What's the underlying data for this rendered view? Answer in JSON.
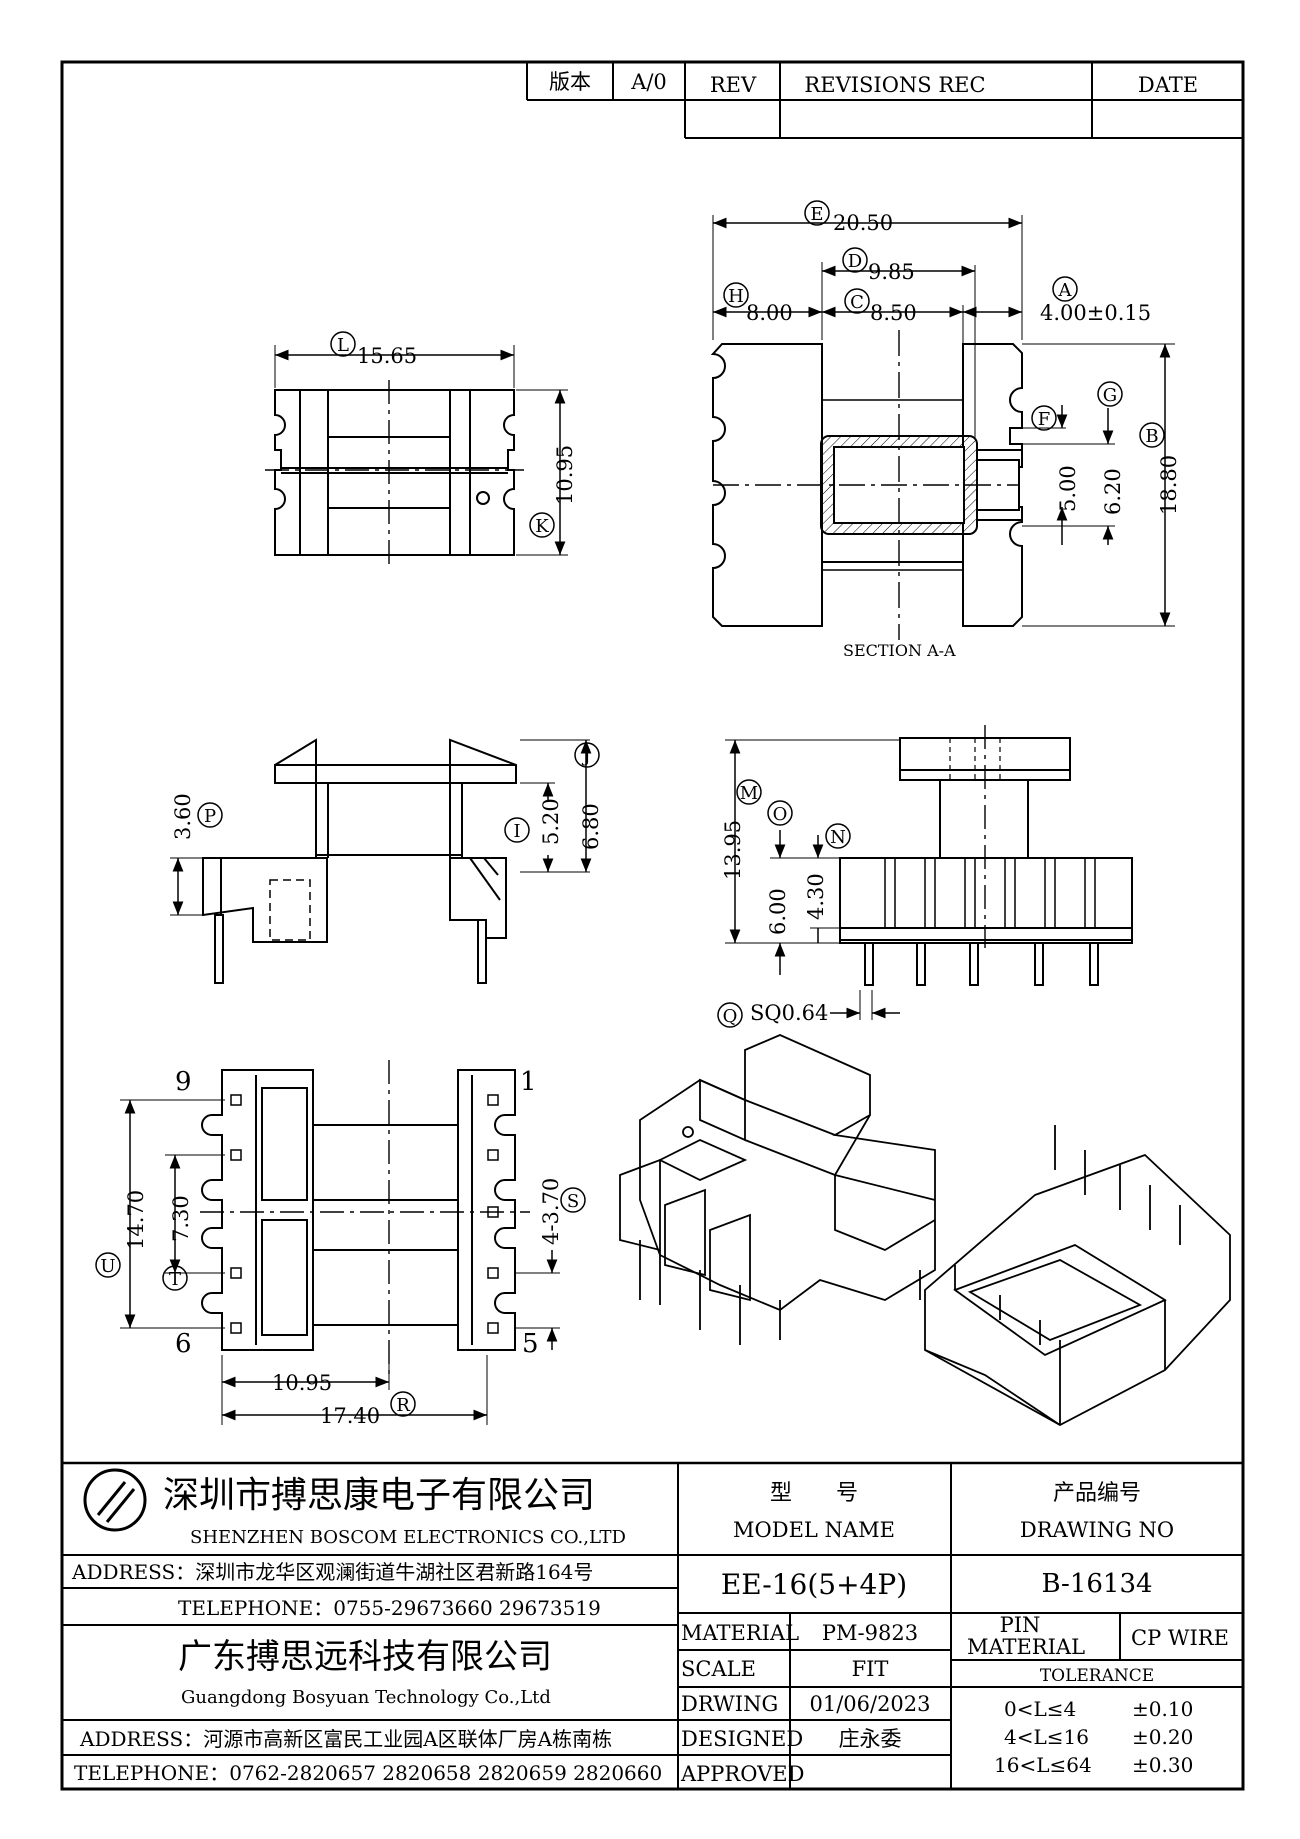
{
  "revision_block": {
    "edition_label": "版本",
    "edition_value": "A/0",
    "rev_header": "REV",
    "revisions_header": "REVISIONS REC",
    "date_header": "DATE"
  },
  "section_view": {
    "caption": "SECTION A-A",
    "dims": {
      "E": "20.50",
      "D": "9.85",
      "H": "8.00",
      "C": "8.50",
      "A": "4.00±0.15",
      "F": "5.00",
      "G": "6.20",
      "B": "18.80"
    }
  },
  "top_view": {
    "dims": {
      "L": "15.65",
      "K": "10.95"
    }
  },
  "side_view": {
    "dims": {
      "P": "3.60",
      "I": "5.20",
      "J": "6.80"
    }
  },
  "front_view": {
    "dims": {
      "M": "13.95",
      "O": "6.00",
      "N": "4.30",
      "Q": "SQ0.64"
    }
  },
  "bottom_view": {
    "dims": {
      "U": "14.70",
      "T": "7.30",
      "S": "4-3.70",
      "W": "10.95",
      "R": "17.40"
    },
    "pins": {
      "p9": "9",
      "p1": "1",
      "p6": "6",
      "p5": "5"
    }
  },
  "letters": [
    "A",
    "B",
    "C",
    "D",
    "E",
    "F",
    "G",
    "H",
    "I",
    "J",
    "K",
    "L",
    "M",
    "N",
    "O",
    "P",
    "Q",
    "R",
    "S",
    "T",
    "U"
  ],
  "title_block": {
    "company1_cn": "深圳市搏思康电子有限公司",
    "company1_en": "SHENZHEN BOSCOM ELECTRONICS CO.,LTD",
    "address1": "ADDRESS：深圳市龙华区观澜街道牛湖社区君新路164号",
    "telephone1": "TELEPHONE：0755-29673660 29673519",
    "company2_cn": "广东搏思远科技有限公司",
    "company2_en": "Guangdong Bosyuan Technology Co.,Ltd",
    "address2": "ADDRESS：河源市高新区富民工业园A区联体厂房A栋南栋",
    "telephone2": "TELEPHONE：0762-2820657 2820658 2820659 2820660",
    "model_cn": "型　　号",
    "model_en": "MODEL NAME",
    "model_value": "EE-16(5+4P)",
    "drawing_cn": "产品编号",
    "drawing_en": "DRAWING NO",
    "drawing_value": "B-16134",
    "material_label": "MATERIAL",
    "material_value": "PM-9823",
    "scale_label": "SCALE",
    "scale_value": "FIT",
    "drwing_label": "DRWING",
    "drwing_value": "01/06/2023",
    "designed_label": "DESIGNED",
    "designed_value": "庄永委",
    "approved_label": "APPROVED",
    "pin_material_label1": "PIN",
    "pin_material_label2": "MATERIAL",
    "pin_material_value": "CP WIRE",
    "tolerance_label": "TOLERANCE",
    "tolerance_rows": [
      {
        "range": "0<L≤4",
        "value": "±0.10"
      },
      {
        "range": "4<L≤16",
        "value": "±0.20"
      },
      {
        "range": "16<L≤64",
        "value": "±0.30"
      }
    ]
  }
}
